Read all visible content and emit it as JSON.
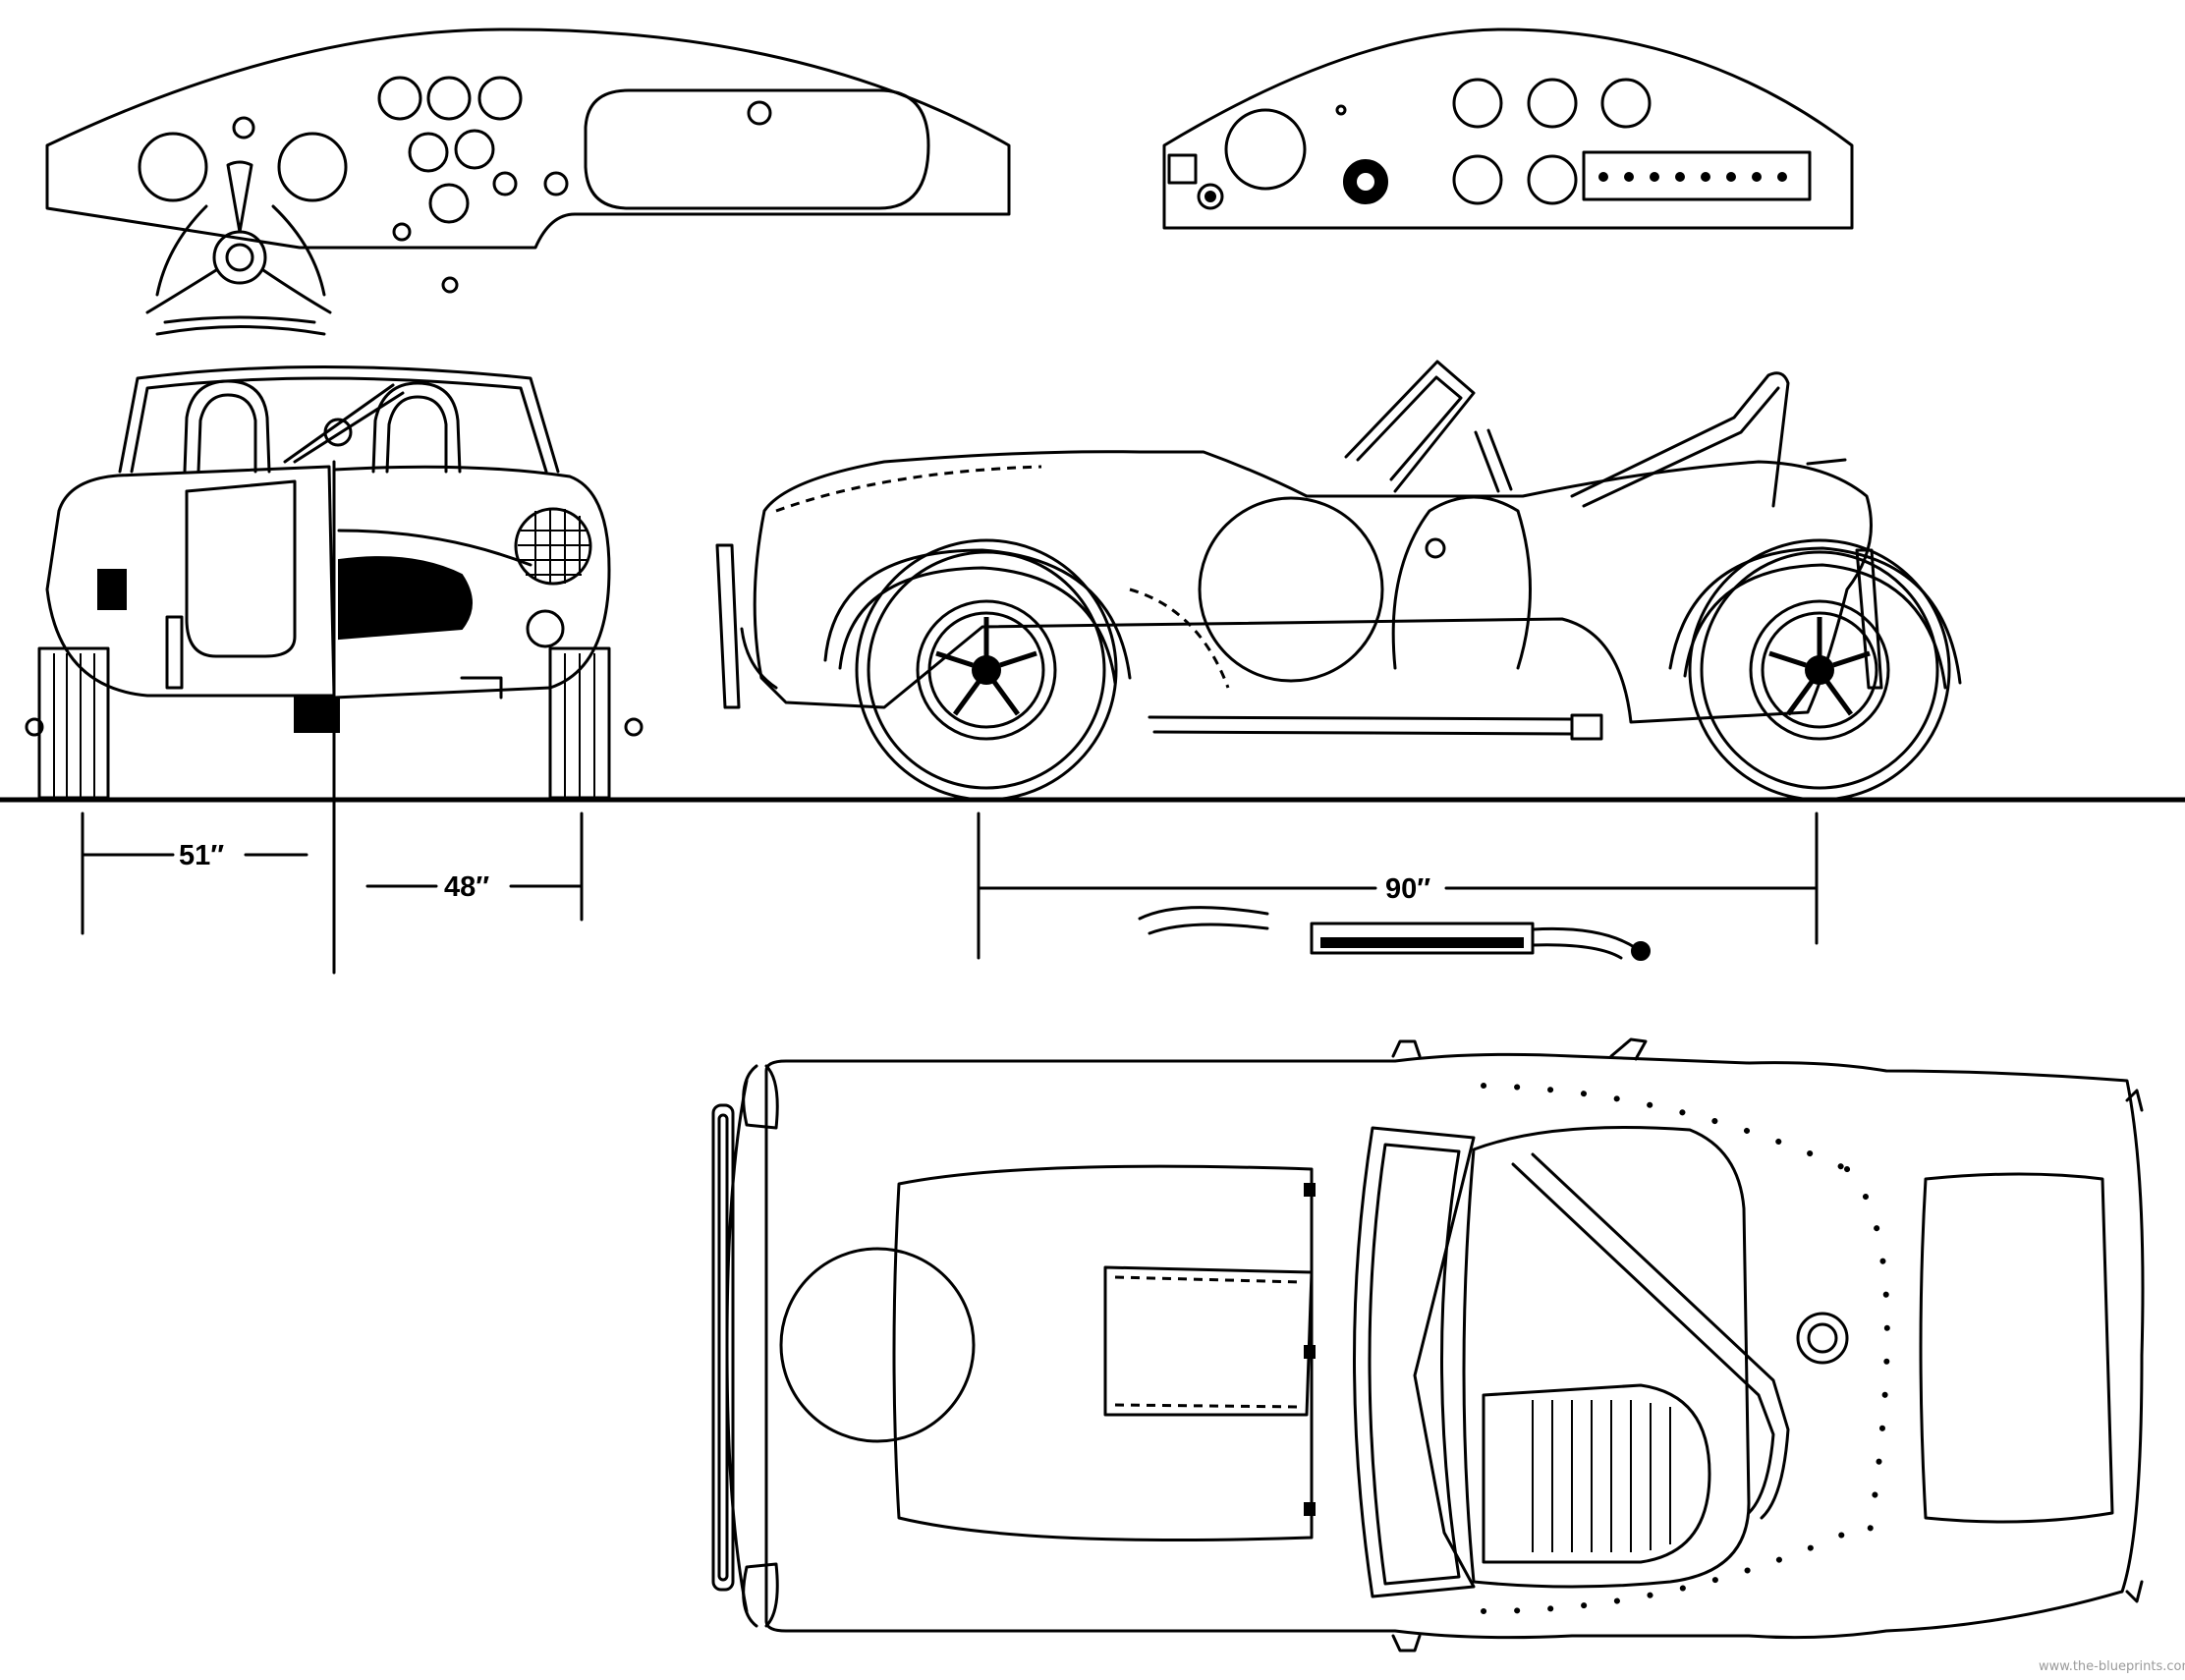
{
  "dimensions": {
    "front_track": "51″",
    "rear_track": "48″",
    "wheelbase": "90″"
  },
  "credit": "www.the-blueprints.com",
  "colors": {
    "ink": "#000000",
    "paper": "#ffffff",
    "credit": "#9a9a9a"
  }
}
